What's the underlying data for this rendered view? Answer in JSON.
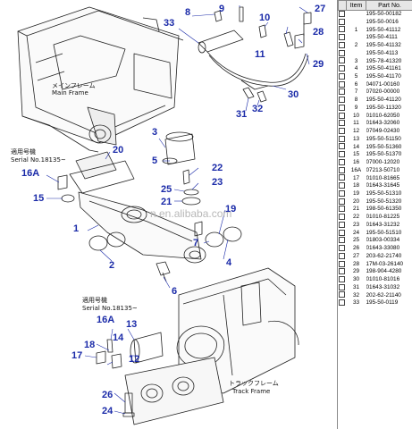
{
  "labels": {
    "main_frame_jp": "メインフレーム",
    "main_frame_en": "Main Frame",
    "serial_jp_1": "適用号機",
    "serial_en_1": "Serial No.18135~",
    "serial_jp_2": "適用号機",
    "serial_en_2": "Serial No.18135~",
    "track_frame_jp": "トラックフレーム",
    "track_frame_en": "Track Frame",
    "watermark": "n.en.alibaba.com"
  },
  "callouts": [
    {
      "id": "c33",
      "text": "33"
    },
    {
      "id": "c8",
      "text": "8"
    },
    {
      "id": "c9",
      "text": "9"
    },
    {
      "id": "c10",
      "text": "10"
    },
    {
      "id": "c27",
      "text": "27"
    },
    {
      "id": "c11",
      "text": "11"
    },
    {
      "id": "c28",
      "text": "28"
    },
    {
      "id": "c29",
      "text": "29"
    },
    {
      "id": "c30",
      "text": "30"
    },
    {
      "id": "c31",
      "text": "31"
    },
    {
      "id": "c32",
      "text": "32"
    },
    {
      "id": "c20",
      "text": "20"
    },
    {
      "id": "c16a1",
      "text": "16A"
    },
    {
      "id": "c15",
      "text": "15"
    },
    {
      "id": "c3",
      "text": "3"
    },
    {
      "id": "c5",
      "text": "5"
    },
    {
      "id": "c22",
      "text": "22"
    },
    {
      "id": "c23",
      "text": "23"
    },
    {
      "id": "c25",
      "text": "25"
    },
    {
      "id": "c21",
      "text": "21"
    },
    {
      "id": "c19",
      "text": "19"
    },
    {
      "id": "c1",
      "text": "1"
    },
    {
      "id": "c7",
      "text": "7"
    },
    {
      "id": "c4",
      "text": "4"
    },
    {
      "id": "c2",
      "text": "2"
    },
    {
      "id": "c6",
      "text": "6"
    },
    {
      "id": "c16a2",
      "text": "16A"
    },
    {
      "id": "c13",
      "text": "13"
    },
    {
      "id": "c14",
      "text": "14"
    },
    {
      "id": "c17",
      "text": "17"
    },
    {
      "id": "c18",
      "text": "18"
    },
    {
      "id": "c12",
      "text": "12"
    },
    {
      "id": "c26",
      "text": "26"
    },
    {
      "id": "c24",
      "text": "24"
    }
  ],
  "parts_table": {
    "headers": {
      "check": "",
      "item": "Item",
      "part": "Part No."
    },
    "rows": [
      {
        "item": "",
        "part": "195-50-00182"
      },
      {
        "item": "",
        "part": "195-50-0016"
      },
      {
        "item": "1",
        "part": "195-50-41112"
      },
      {
        "item": "",
        "part": "195-50-4111"
      },
      {
        "item": "2",
        "part": "195-50-41132"
      },
      {
        "item": "",
        "part": "195-50-4113"
      },
      {
        "item": "3",
        "part": "195-78-41320"
      },
      {
        "item": "4",
        "part": "195-50-41161"
      },
      {
        "item": "5",
        "part": "195-50-41170"
      },
      {
        "item": "6",
        "part": "04071-00160"
      },
      {
        "item": "7",
        "part": "07020-00000"
      },
      {
        "item": "8",
        "part": "195-50-41120"
      },
      {
        "item": "9",
        "part": "195-50-11320"
      },
      {
        "item": "10",
        "part": "01010-62050"
      },
      {
        "item": "11",
        "part": "01643-32060"
      },
      {
        "item": "12",
        "part": "07049-02430"
      },
      {
        "item": "13",
        "part": "195-50-51150"
      },
      {
        "item": "14",
        "part": "195-50-51360"
      },
      {
        "item": "15",
        "part": "195-50-51370"
      },
      {
        "item": "16",
        "part": "07000-12020"
      },
      {
        "item": "16A",
        "part": "07213-50710"
      },
      {
        "item": "17",
        "part": "01010-81665"
      },
      {
        "item": "18",
        "part": "01643-31645"
      },
      {
        "item": "19",
        "part": "195-50-51310"
      },
      {
        "item": "20",
        "part": "195-50-51320"
      },
      {
        "item": "21",
        "part": "198-50-61350"
      },
      {
        "item": "22",
        "part": "01010-81225"
      },
      {
        "item": "23",
        "part": "01643-31232"
      },
      {
        "item": "24",
        "part": "195-50-51510"
      },
      {
        "item": "25",
        "part": "01803-00334"
      },
      {
        "item": "26",
        "part": "01643-33080"
      },
      {
        "item": "27",
        "part": "203-62-21740"
      },
      {
        "item": "28",
        "part": "17M-03-26140"
      },
      {
        "item": "29",
        "part": "198-904-4280"
      },
      {
        "item": "30",
        "part": "01010-81016"
      },
      {
        "item": "31",
        "part": "01643-31032"
      },
      {
        "item": "32",
        "part": "202-62-21140"
      },
      {
        "item": "33",
        "part": "195-50-0119"
      }
    ]
  }
}
